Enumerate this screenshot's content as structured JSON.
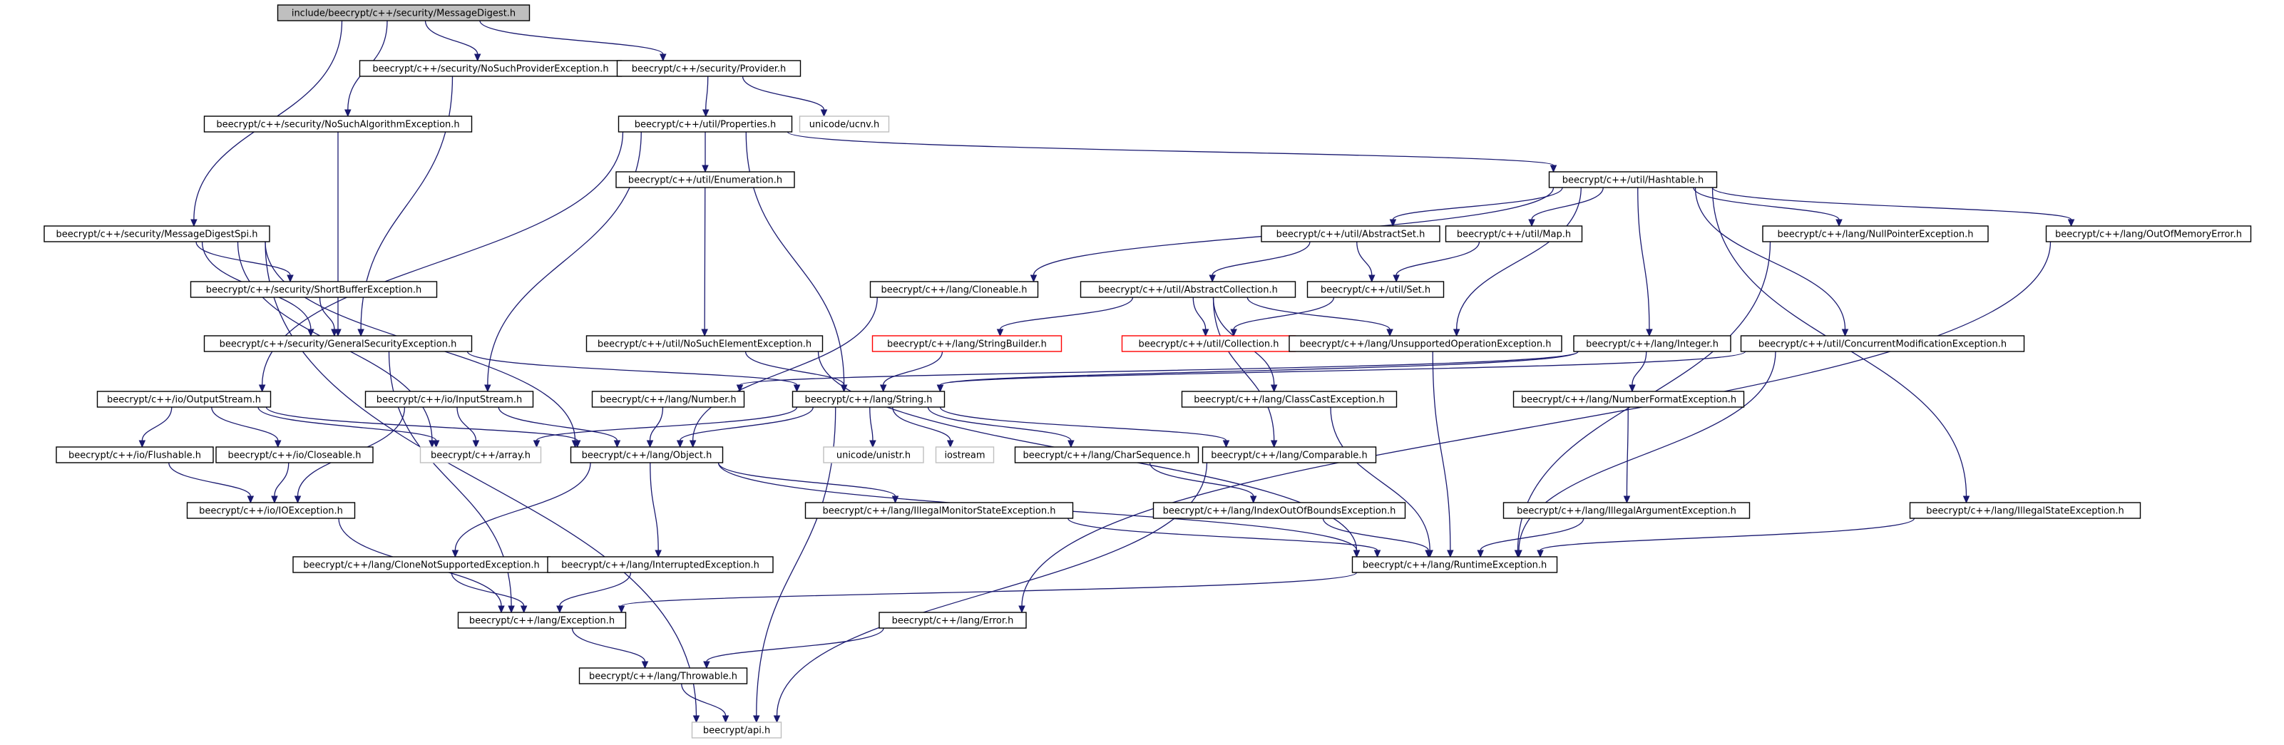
{
  "graph": {
    "nodes": [
      {
        "id": "root",
        "label": "include/beecrypt/c++/security/MessageDigest.h",
        "style": "root"
      },
      {
        "id": "nsp",
        "label": "beecrypt/c++/security/NoSuchProviderException.h"
      },
      {
        "id": "prov",
        "label": "beecrypt/c++/security/Provider.h"
      },
      {
        "id": "ucnv",
        "label": "unicode/ucnv.h",
        "style": "ext"
      },
      {
        "id": "nsa",
        "label": "beecrypt/c++/security/NoSuchAlgorithmException.h"
      },
      {
        "id": "props",
        "label": "beecrypt/c++/util/Properties.h"
      },
      {
        "id": "enum",
        "label": "beecrypt/c++/util/Enumeration.h"
      },
      {
        "id": "hash",
        "label": "beecrypt/c++/util/Hashtable.h"
      },
      {
        "id": "mdspi",
        "label": "beecrypt/c++/security/MessageDigestSpi.h"
      },
      {
        "id": "aset",
        "label": "beecrypt/c++/util/AbstractSet.h"
      },
      {
        "id": "map",
        "label": "beecrypt/c++/util/Map.h"
      },
      {
        "id": "npe",
        "label": "beecrypt/c++/lang/NullPointerException.h"
      },
      {
        "id": "oom",
        "label": "beecrypt/c++/lang/OutOfMemoryError.h"
      },
      {
        "id": "sbe",
        "label": "beecrypt/c++/security/ShortBufferException.h"
      },
      {
        "id": "clon",
        "label": "beecrypt/c++/lang/Cloneable.h"
      },
      {
        "id": "acol",
        "label": "beecrypt/c++/util/AbstractCollection.h"
      },
      {
        "id": "set",
        "label": "beecrypt/c++/util/Set.h"
      },
      {
        "id": "gse",
        "label": "beecrypt/c++/security/GeneralSecurityException.h"
      },
      {
        "id": "nse",
        "label": "beecrypt/c++/util/NoSuchElementException.h"
      },
      {
        "id": "sb",
        "label": "beecrypt/c++/lang/StringBuilder.h",
        "style": "red"
      },
      {
        "id": "coll",
        "label": "beecrypt/c++/util/Collection.h",
        "style": "red"
      },
      {
        "id": "uoe",
        "label": "beecrypt/c++/lang/UnsupportedOperationException.h"
      },
      {
        "id": "int",
        "label": "beecrypt/c++/lang/Integer.h"
      },
      {
        "id": "cme",
        "label": "beecrypt/c++/util/ConcurrentModificationException.h"
      },
      {
        "id": "os",
        "label": "beecrypt/c++/io/OutputStream.h"
      },
      {
        "id": "is",
        "label": "beecrypt/c++/io/InputStream.h"
      },
      {
        "id": "num",
        "label": "beecrypt/c++/lang/Number.h"
      },
      {
        "id": "str",
        "label": "beecrypt/c++/lang/String.h"
      },
      {
        "id": "cce",
        "label": "beecrypt/c++/lang/ClassCastException.h"
      },
      {
        "id": "nfe",
        "label": "beecrypt/c++/lang/NumberFormatException.h"
      },
      {
        "id": "flush",
        "label": "beecrypt/c++/io/Flushable.h"
      },
      {
        "id": "close",
        "label": "beecrypt/c++/io/Closeable.h"
      },
      {
        "id": "arr",
        "label": "beecrypt/c++/array.h",
        "style": "ext"
      },
      {
        "id": "obj",
        "label": "beecrypt/c++/lang/Object.h"
      },
      {
        "id": "unistr",
        "label": "unicode/unistr.h",
        "style": "ext"
      },
      {
        "id": "iostream",
        "label": "iostream",
        "style": "ext"
      },
      {
        "id": "cs",
        "label": "beecrypt/c++/lang/CharSequence.h"
      },
      {
        "id": "comp",
        "label": "beecrypt/c++/lang/Comparable.h"
      },
      {
        "id": "ioe",
        "label": "beecrypt/c++/io/IOException.h"
      },
      {
        "id": "imse",
        "label": "beecrypt/c++/lang/IllegalMonitorStateException.h"
      },
      {
        "id": "ioobe",
        "label": "beecrypt/c++/lang/IndexOutOfBoundsException.h"
      },
      {
        "id": "iae",
        "label": "beecrypt/c++/lang/IllegalArgumentException.h"
      },
      {
        "id": "ise",
        "label": "beecrypt/c++/lang/IllegalStateException.h"
      },
      {
        "id": "cnse",
        "label": "beecrypt/c++/lang/CloneNotSupportedException.h"
      },
      {
        "id": "ie",
        "label": "beecrypt/c++/lang/InterruptedException.h"
      },
      {
        "id": "rte",
        "label": "beecrypt/c++/lang/RuntimeException.h"
      },
      {
        "id": "exc",
        "label": "beecrypt/c++/lang/Exception.h"
      },
      {
        "id": "err",
        "label": "beecrypt/c++/lang/Error.h"
      },
      {
        "id": "thr",
        "label": "beecrypt/c++/lang/Throwable.h"
      },
      {
        "id": "api",
        "label": "beecrypt/api.h",
        "style": "ext"
      }
    ],
    "edges": [
      [
        "root",
        "nsp"
      ],
      [
        "root",
        "prov"
      ],
      [
        "root",
        "nsa"
      ],
      [
        "root",
        "mdspi"
      ],
      [
        "prov",
        "props"
      ],
      [
        "prov",
        "ucnv"
      ],
      [
        "nsp",
        "gse"
      ],
      [
        "nsa",
        "gse"
      ],
      [
        "props",
        "enum"
      ],
      [
        "props",
        "hash"
      ],
      [
        "props",
        "str"
      ],
      [
        "props",
        "os"
      ],
      [
        "props",
        "is"
      ],
      [
        "enum",
        "nse"
      ],
      [
        "hash",
        "aset"
      ],
      [
        "hash",
        "map"
      ],
      [
        "hash",
        "npe"
      ],
      [
        "hash",
        "oom"
      ],
      [
        "hash",
        "clon"
      ],
      [
        "hash",
        "uoe"
      ],
      [
        "hash",
        "int"
      ],
      [
        "hash",
        "cme"
      ],
      [
        "hash",
        "ise"
      ],
      [
        "mdspi",
        "sbe"
      ],
      [
        "mdspi",
        "gse"
      ],
      [
        "mdspi",
        "obj"
      ],
      [
        "mdspi",
        "arr"
      ],
      [
        "mdspi",
        "api"
      ],
      [
        "sbe",
        "gse"
      ],
      [
        "aset",
        "acol"
      ],
      [
        "aset",
        "set"
      ],
      [
        "map",
        "set"
      ],
      [
        "acol",
        "sb"
      ],
      [
        "acol",
        "coll"
      ],
      [
        "acol",
        "uoe"
      ],
      [
        "acol",
        "cce"
      ],
      [
        "acol",
        "comp"
      ],
      [
        "set",
        "coll"
      ],
      [
        "clon",
        "obj"
      ],
      [
        "gse",
        "str"
      ],
      [
        "gse",
        "exc"
      ],
      [
        "nse",
        "str"
      ],
      [
        "nse",
        "rte"
      ],
      [
        "sb",
        "str"
      ],
      [
        "uoe",
        "rte"
      ],
      [
        "int",
        "num"
      ],
      [
        "int",
        "str"
      ],
      [
        "int",
        "nfe"
      ],
      [
        "cme",
        "str"
      ],
      [
        "cme",
        "rte"
      ],
      [
        "os",
        "flush"
      ],
      [
        "os",
        "close"
      ],
      [
        "os",
        "arr"
      ],
      [
        "os",
        "obj"
      ],
      [
        "is",
        "arr"
      ],
      [
        "is",
        "obj"
      ],
      [
        "is",
        "ioe"
      ],
      [
        "num",
        "obj"
      ],
      [
        "str",
        "arr"
      ],
      [
        "str",
        "obj"
      ],
      [
        "str",
        "unistr"
      ],
      [
        "str",
        "iostream"
      ],
      [
        "str",
        "cs"
      ],
      [
        "str",
        "comp"
      ],
      [
        "str",
        "api"
      ],
      [
        "cce",
        "rte"
      ],
      [
        "nfe",
        "iae"
      ],
      [
        "flush",
        "ioe"
      ],
      [
        "close",
        "ioe"
      ],
      [
        "obj",
        "imse"
      ],
      [
        "obj",
        "cnse"
      ],
      [
        "obj",
        "ie"
      ],
      [
        "obj",
        "rte"
      ],
      [
        "cs",
        "ioobe"
      ],
      [
        "comp",
        "api"
      ],
      [
        "ioe",
        "exc"
      ],
      [
        "imse",
        "rte"
      ],
      [
        "ioobe",
        "rte"
      ],
      [
        "iae",
        "rte"
      ],
      [
        "ise",
        "rte"
      ],
      [
        "npe",
        "rte"
      ],
      [
        "oom",
        "err"
      ],
      [
        "cnse",
        "exc"
      ],
      [
        "ie",
        "exc"
      ],
      [
        "rte",
        "exc"
      ],
      [
        "exc",
        "thr"
      ],
      [
        "err",
        "thr"
      ],
      [
        "thr",
        "api"
      ]
    ]
  }
}
